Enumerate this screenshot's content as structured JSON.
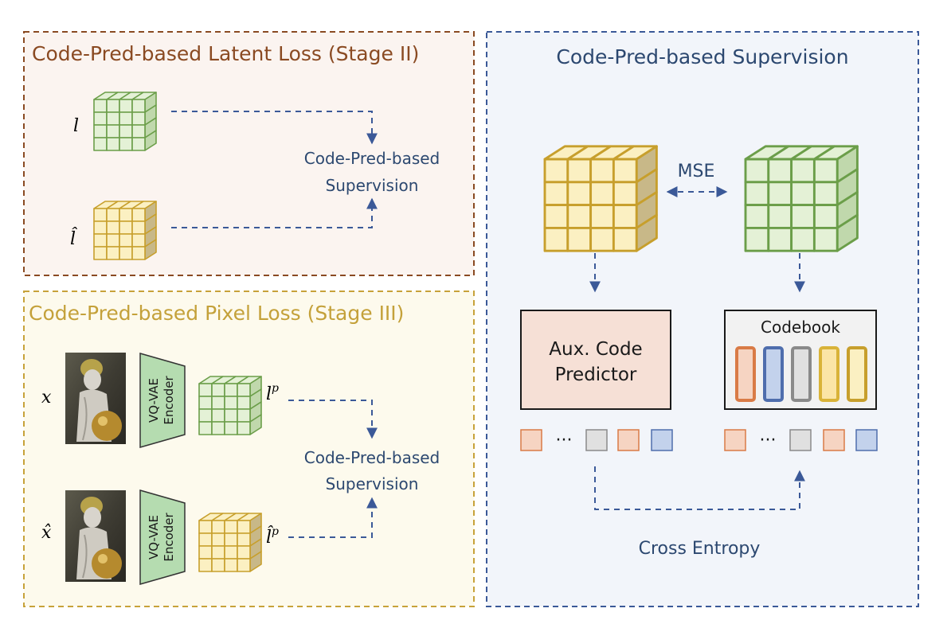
{
  "latent_panel": {
    "title": "Code-Pred-based Latent Loss (Stage II)",
    "label_l": "l",
    "label_l_hat": "l̂",
    "supervision_line1": "Code-Pred-based",
    "supervision_line2": "Supervision"
  },
  "pixel_panel": {
    "title": "Code-Pred-based Pixel Loss (Stage III)",
    "label_x": "x",
    "label_x_hat": "x̂",
    "encoder_line1": "VQ-VAE",
    "encoder_line2": "Encoder",
    "label_lp_base": "l",
    "label_lp_hat_base": "l̂",
    "label_sup": "p",
    "supervision_line1": "Code-Pred-based",
    "supervision_line2": "Supervision"
  },
  "supervision_panel": {
    "title": "Code-Pred-based Supervision",
    "mse_label": "MSE",
    "predictor_line1": "Aux. Code",
    "predictor_line2": "Predictor",
    "codebook_label": "Codebook",
    "ellipsis": "···",
    "cross_entropy_label": "Cross Entropy"
  },
  "colors": {
    "latent_border": "#8a4a22",
    "latent_bg": "#fbf4f0",
    "latent_title": "#8a4a22",
    "pixel_border": "#c7a23a",
    "pixel_bg": "#fdfaed",
    "pixel_title": "#c4a13a",
    "sup_border": "#3b5998",
    "sup_bg": "#f2f5fa",
    "sup_title": "#2c4870",
    "arrow": "#3b5998",
    "green_face": "#e4f1d6",
    "green_side": "#c0d8ac",
    "green_stroke": "#6b9e49",
    "gold_face": "#fbf0c2",
    "gold_side": "#c8b888",
    "gold_stroke": "#c79f2c",
    "encoder_fill": "#b5dcb0",
    "predictor_fill": "#f6e0d6",
    "orange": "#f6d4c2",
    "orange_stroke": "#d97b46",
    "gray": "#e0e0e0",
    "gray_stroke": "#8a8a8a",
    "blue": "#c3d2ec",
    "blue_stroke": "#4f6ead",
    "yellow": "#fbe5a6",
    "yellow_stroke": "#d9b338"
  },
  "icons": [
    "image-thumbnail-icon",
    "latent-grid-icon",
    "codebook-vector-icon"
  ]
}
